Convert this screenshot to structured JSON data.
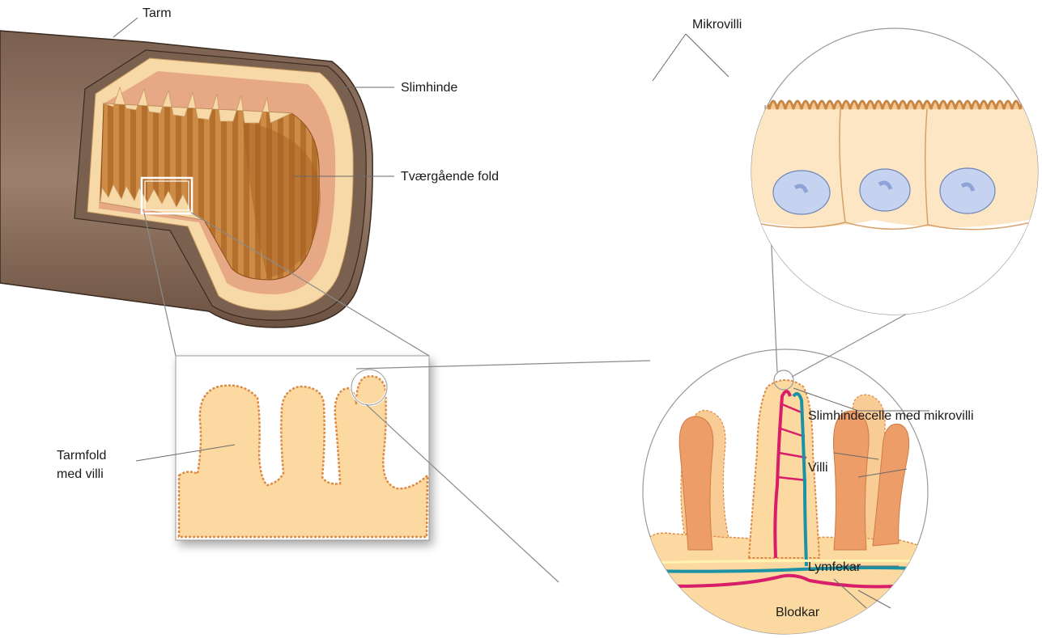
{
  "labels": {
    "tarm": "Tarm",
    "slimhinde": "Slimhinde",
    "tvaergaende_fold": "Tværgående fold",
    "mikrovilli": "Mikrovilli",
    "tarmfold_line1": "Tarmfold",
    "tarmfold_line2": "med villi",
    "slimhindecelle": "Slimhindecelle med mikrovilli",
    "villi": "Villi",
    "lymfekar": "Lymfekar",
    "blodkar": "Blodkar"
  },
  "colors": {
    "intestine_outer": "#8b6f5e",
    "mucosa": "#f7d9a8",
    "fold_dark": "#b8661c",
    "villus_fill": "#fcd9a0",
    "villus_edge": "#dd8a44",
    "villus_orange": "#ec9d68",
    "blood_vessel": "#d81d6a",
    "lymph_vessel": "#1b93a4",
    "cell_nucleus": "#c6d3f0"
  }
}
